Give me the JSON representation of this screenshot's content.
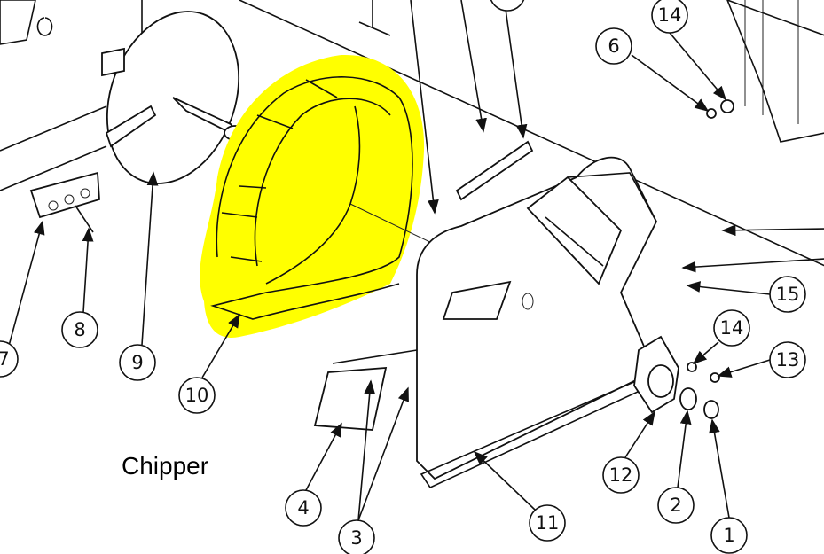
{
  "caption": "Chipper",
  "highlight_color": "#ffff00",
  "callouts": {
    "c14_top": "14",
    "c6": "6",
    "c15": "15",
    "c14_right": "14",
    "c13": "13",
    "c12": "12",
    "c2": "2",
    "c1": "1",
    "c11": "11",
    "c3": "3",
    "c4": "4",
    "c10": "10",
    "c9": "9",
    "c8": "8",
    "c7": "7"
  }
}
